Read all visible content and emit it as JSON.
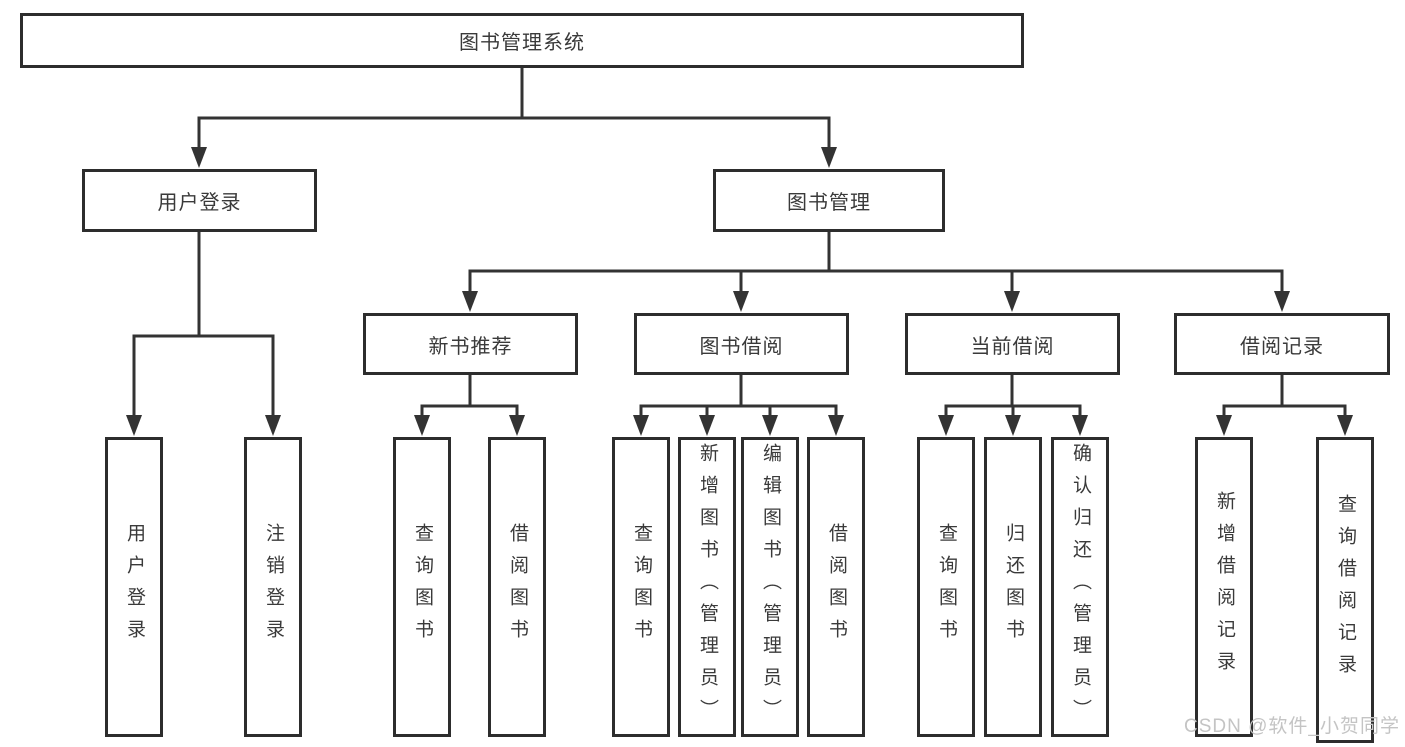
{
  "diagram_type": "functional-structure-tree",
  "colors": {
    "line": "#333333",
    "box_border": "#2d2d2d",
    "text": "#3a3a3a",
    "background": "#ffffff",
    "watermark": "#c4c4c4"
  },
  "tree": {
    "label": "图书管理系统",
    "children": [
      {
        "label": "用户登录",
        "children": [
          {
            "label": "用户登录"
          },
          {
            "label": "注销登录"
          }
        ]
      },
      {
        "label": "图书管理",
        "children": [
          {
            "label": "新书推荐",
            "children": [
              {
                "label": "查询图书"
              },
              {
                "label": "借阅图书"
              }
            ]
          },
          {
            "label": "图书借阅",
            "children": [
              {
                "label": "查询图书"
              },
              {
                "label": "新增图书（管理员）"
              },
              {
                "label": "编辑图书（管理员）"
              },
              {
                "label": "借阅图书"
              }
            ]
          },
          {
            "label": "当前借阅",
            "children": [
              {
                "label": "查询图书"
              },
              {
                "label": "归还图书"
              },
              {
                "label": "确认归还（管理员）"
              }
            ]
          },
          {
            "label": "借阅记录",
            "children": [
              {
                "label": "新增借阅记录"
              },
              {
                "label": "查询借阅记录"
              }
            ]
          }
        ]
      }
    ]
  },
  "watermark": {
    "text": "CSDN @软件_小贺同学"
  }
}
